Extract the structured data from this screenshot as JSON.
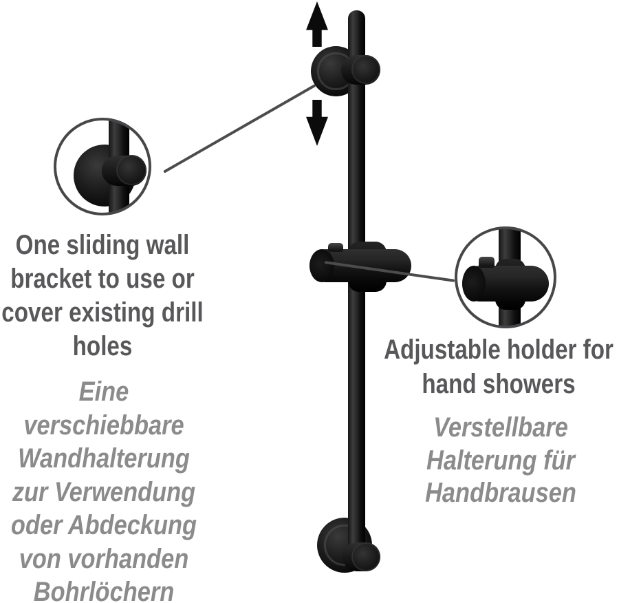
{
  "diagram": {
    "title": "Shower rail product diagram",
    "background": "#ffffff",
    "colors": {
      "product_black": "#101010",
      "heading_text": "#58585a",
      "subtext_gray": "#8b8b8b",
      "callout_line": "#4c4c4e",
      "callout_ring": "#47474a",
      "arrow_black": "#0b0b0b"
    },
    "icons": {
      "up_arrow": "black-up-arrow",
      "down_arrow": "black-down-arrow",
      "left_magnifier": "zoom-callout-circle-bracket",
      "right_magnifier": "zoom-callout-circle-holder"
    }
  },
  "annotations": {
    "sliding_bracket": {
      "en_lines": [
        "One sliding wall",
        "bracket to use or",
        "cover existing drill",
        "holes"
      ],
      "de_lines": [
        "Eine",
        "verschiebbare",
        "Wandhalterung",
        "zur Verwendung",
        "oder Abdeckung",
        "von vorhanden",
        "Bohrlöchern"
      ]
    },
    "adjustable_holder": {
      "en_lines": [
        "Adjustable holder for",
        "hand showers"
      ],
      "de_lines": [
        "Verstellbare",
        "Halterung für",
        "Handbrausen"
      ]
    }
  }
}
